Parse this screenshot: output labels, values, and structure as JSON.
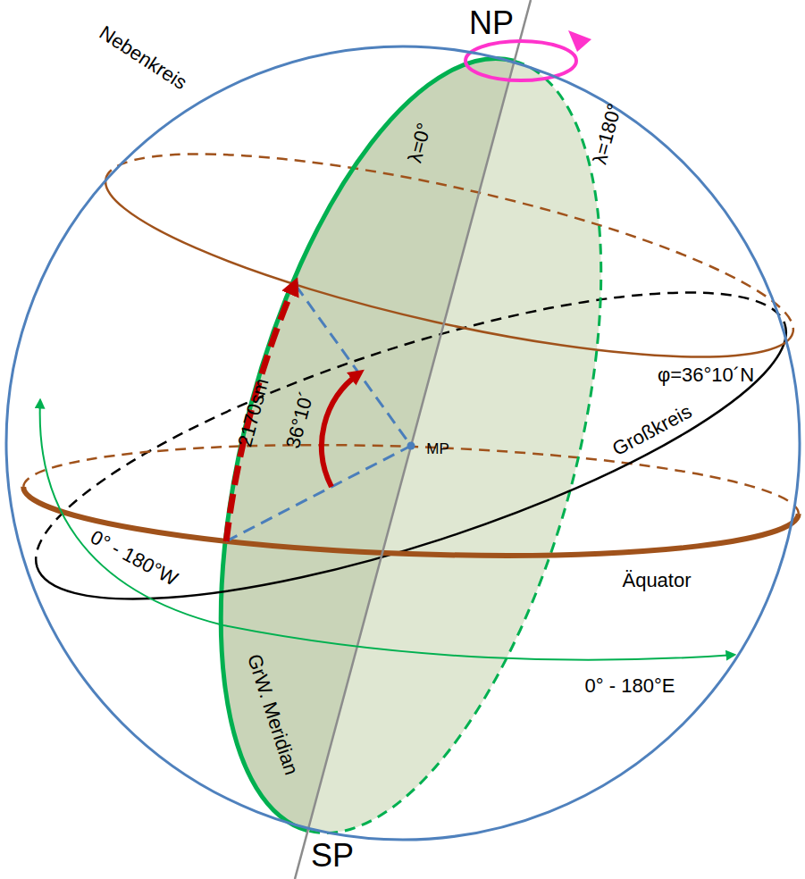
{
  "diagram": {
    "labels": [
      "NP",
      "Nebenkreis",
      "λ=0°",
      "λ=180°",
      "φ=36°10´N",
      "2170sm",
      "36°10´",
      "MP",
      "Großkreis",
      "0° - 180°W",
      "Äquator",
      "0° - 180°E",
      "GrW. Meridian",
      "SP"
    ]
  }
}
